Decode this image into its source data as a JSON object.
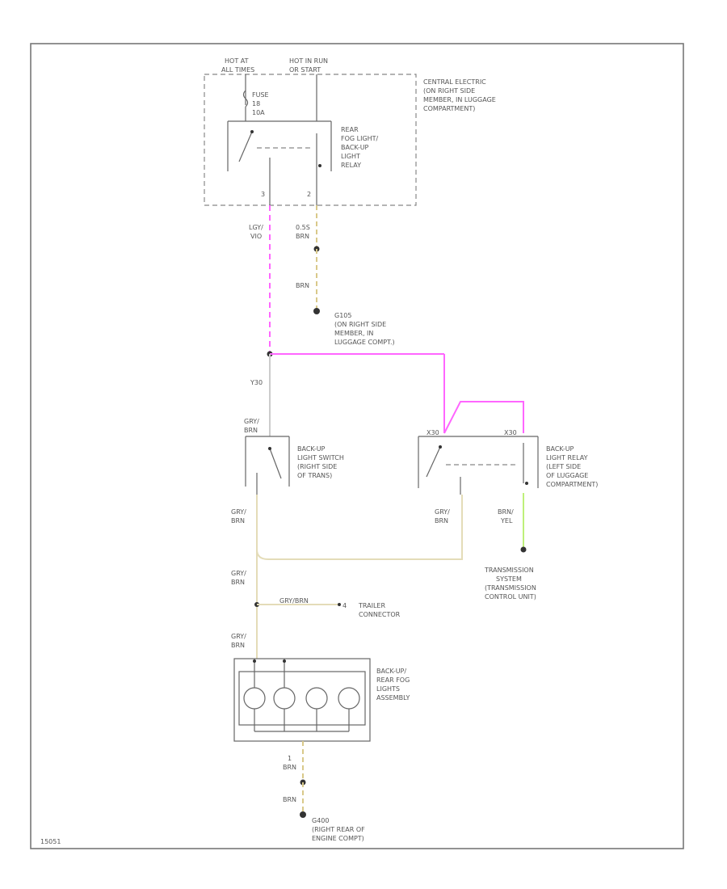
{
  "colors": {
    "pink": "#ff66ff",
    "tan": "#d9c98a",
    "green": "#bff07a",
    "gray": "#cccccc",
    "ink": "#666666"
  },
  "power": {
    "hot_at_all_times": [
      "HOT AT",
      "ALL TIMES"
    ],
    "hot_in_run": [
      "HOT IN RUN",
      "OR START"
    ],
    "fuse": [
      "FUSE",
      "18",
      "10A"
    ]
  },
  "central_electric": {
    "label": [
      "CENTRAL ELECTRIC",
      "(ON RIGHT SIDE",
      "MEMBER, IN LUGGAGE",
      "COMPARTMENT)"
    ],
    "relay_label": [
      "REAR",
      "FOG LIGHT/",
      "BACK-UP",
      "LIGHT",
      "RELAY"
    ],
    "pin_left": "3",
    "pin_right": "2"
  },
  "wires": {
    "left_top": [
      "LGY/",
      "VIO"
    ],
    "right_top_1": [
      "0.5S",
      "BRN"
    ],
    "right_top_2": "BRN",
    "mid_splice": "Y30",
    "switch_left": [
      "GRY/",
      "BRN"
    ],
    "switch_out": [
      "GRY/",
      "BRN"
    ],
    "relay_out": [
      "GRY/",
      "BRN"
    ],
    "relay_green": [
      "BRN/",
      "YEL"
    ],
    "down_1": [
      "GRY/",
      "BRN"
    ],
    "trailer_wire": "GRY/BRN",
    "down_2": [
      "GRY/",
      "BRN"
    ],
    "bottom_1": [
      "1",
      "BRN"
    ],
    "bottom_2": "BRN"
  },
  "ground_top": {
    "label": [
      "G105",
      "(ON RIGHT SIDE",
      "MEMBER, IN",
      "LUGGAGE COMPT.)"
    ]
  },
  "backup_switch": {
    "label": [
      "BACK-UP",
      "LIGHT SWITCH",
      "(RIGHT SIDE",
      "OF TRANS)"
    ]
  },
  "backup_relay": {
    "label": [
      "BACK-UP",
      "LIGHT RELAY",
      "(LEFT SIDE",
      "OF LUGGAGE",
      "COMPARTMENT)"
    ],
    "pin_left": "X30",
    "pin_right": "X30"
  },
  "transmission": {
    "label": [
      "TRANSMISSION",
      "SYSTEM",
      "(TRANSMISSION",
      "CONTROL UNIT)"
    ]
  },
  "trailer": {
    "pin": "4",
    "label": [
      "TRAILER",
      "CONNECTOR"
    ]
  },
  "lamp_assembly": {
    "label": [
      "BACK-UP/",
      "REAR FOG",
      "LIGHTS",
      "ASSEMBLY"
    ]
  },
  "ground_bottom": {
    "label": [
      "G400",
      "(RIGHT REAR OF",
      "ENGINE COMPT)"
    ]
  },
  "footer_code": "15051"
}
